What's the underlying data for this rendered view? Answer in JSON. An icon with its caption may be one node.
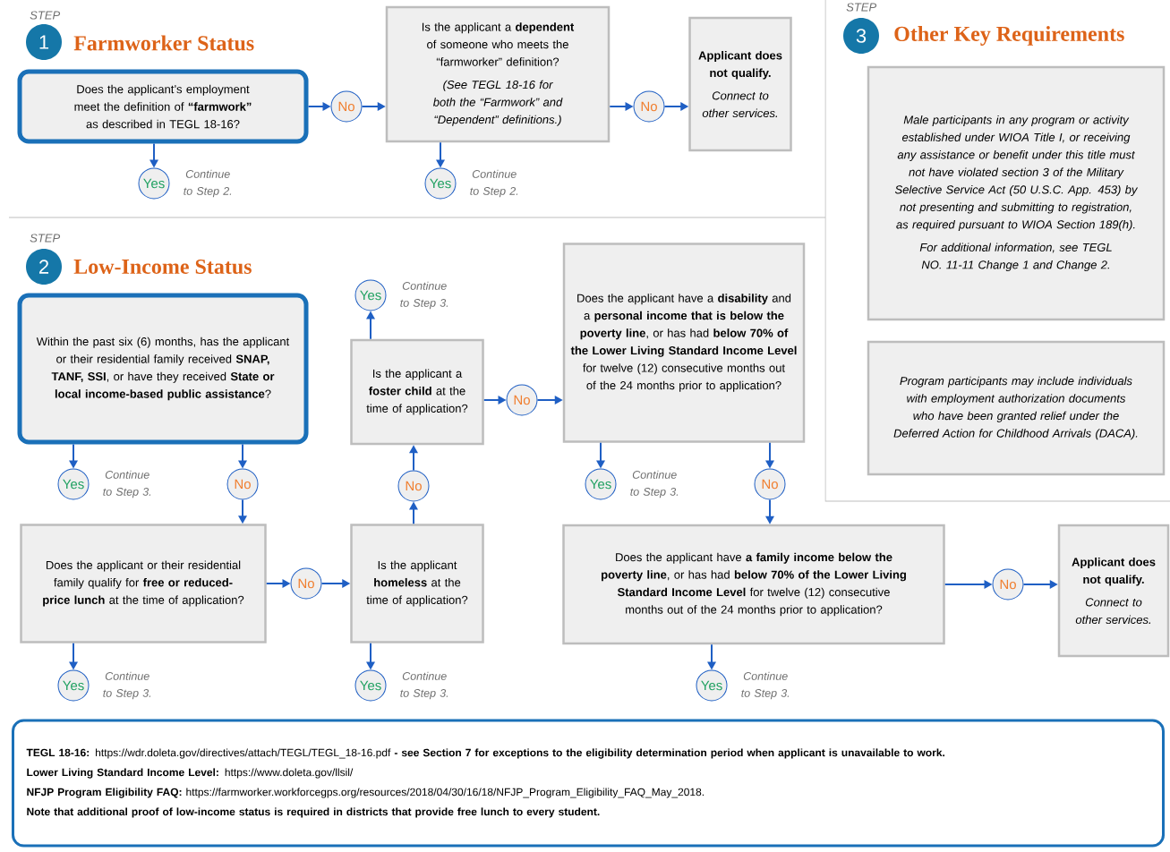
{
  "diagram": {
    "nodes": [
      {
        "text": [
          "1"
        ]
      },
      {
        "text": [
          "Does the applicant’s employment meet the definition of **“farmwork”** as described in TEGL 18-16?"
        ]
      },
      {
        "text": [
          "No"
        ]
      },
      {
        "text": [
          "Is the applicant a **dependent** of someone who meets the “farmworker” definition?",
          "(See TEGL 18-16 for both the “Farmwork” and “Dependent” definitions.)"
        ]
      },
      {
        "text": [
          "No"
        ]
      },
      {
        "text": [
          "Applicant does not qualify.",
          "Connect to other services."
        ]
      },
      {
        "text": [
          "Yes"
        ],
        "beside": [
          "Continue to Step 2."
        ]
      },
      {
        "text": [
          "Yes"
        ],
        "beside": [
          "Continue to Step 2."
        ]
      },
      {
        "text": [
          "3"
        ]
      },
      {
        "text": [
          "Male participants in any program or activity established under WIOA Title I, or receiving any assistance or benefit under this title must not have violated section 3 of the Military Selective Service Act (50 U.S.C. App. 453) by not presenting and submitting to registration, as required pursuant to WIOA Section 189(h).",
          "For additional information, see TEGL NO. 11-11 Change 1 and Change 2."
        ]
      },
      {
        "text": [
          "Program participants may include individuals with employment authorization documents who have been granted relief under the Deferred Action for Childhood Arrivals (DACA)."
        ]
      },
      {
        "text": [
          "2"
        ]
      },
      {
        "text": [
          "Within the past six (6) months, has the applicant or their residential family received **SNAP, TANF, SSI**, or have they received **State or local income-based public assistance**?"
        ]
      },
      {
        "text": [
          "Yes"
        ],
        "beside": [
          "Continue to Step 3."
        ]
      },
      {
        "text": [
          "No"
        ]
      },
      {
        "text": [
          "Does the applicant or their residential family qualify for **free or reduced-price lunch** at the time of application?"
        ]
      },
      {
        "text": [
          "No"
        ]
      },
      {
        "text": [
          "Is the applicant **homeless** at the time of application?"
        ]
      },
      {
        "text": [
          "No"
        ]
      },
      {
        "text": [
          "Is the applicant a **foster child** at the time of application?"
        ]
      },
      {
        "text": [
          "Yes"
        ],
        "beside": [
          "Continue to Step 3."
        ]
      },
      {
        "text": [
          "No"
        ]
      },
      {
        "text": [
          "Does the applicant have a **disability** and a **personal income that is below the poverty line**, or has had **below 70% of the Lower Living Standard Income Level** for twelve (12) consecutive months out of the 24 months prior to application?"
        ]
      },
      {
        "text": [
          "Yes"
        ],
        "beside": [
          "Continue to Step 3."
        ]
      },
      {
        "text": [
          "No"
        ]
      },
      {
        "text": [
          "Does the applicant have **a family income below the poverty line**, or has had **below 70% of the Lower Living Standard Income Level** for twelve (12) consecutive months out of the 24 months prior to application?"
        ]
      },
      {
        "text": [
          "No"
        ]
      },
      {
        "text": [
          "Applicant does not qualify.",
          "Connect to other services."
        ]
      },
      {
        "text": [
          "Yes"
        ],
        "beside": [
          "Continue to Step 3."
        ]
      },
      {
        "text": [
          "Yes"
        ],
        "beside": [
          "Continue to Step 3."
        ]
      },
      {
        "text": [
          "Yes"
        ],
        "beside": [
          "Continue to Step 3."
        ]
      },
      {
        "text": [
          "**TEGL 18-16:** https://wdr.doleta.gov/directives/attach/TEGL/TEGL_18-16.pdf **- see Section 7 for exceptions to the eligibility determination period when applicant is unavailable to work.**",
          "**Lower Living Standard Income Level:** https://www.doleta.gov/llsil/",
          "**NFJP Program Eligibility FAQ:** https://farmworker.workforcegps.org/resources/2018/04/30/16/18/NFJP_Program_Eligibility_FAQ_May_2018.",
          "Note that additional proof of low-income status is required in districts that provide free lunch to every student."
        ]
      }
    ],
    "edges": [
      {
        "from": 1,
        "to": 2,
        "arrow": "to"
      },
      {
        "from": 2,
        "to": 3,
        "arrow": "to"
      },
      {
        "from": 3,
        "to": 4,
        "arrow": "to"
      },
      {
        "from": 4,
        "to": 5,
        "arrow": "to"
      },
      {
        "from": 1,
        "to": 6,
        "arrow": "to"
      },
      {
        "from": 3,
        "to": 7,
        "arrow": "to"
      },
      {
        "from": 12,
        "to": 13,
        "arrow": "to"
      },
      {
        "from": 12,
        "to": 14,
        "arrow": "to"
      },
      {
        "from": 14,
        "to": 15,
        "arrow": "to"
      },
      {
        "from": 15,
        "to": 16,
        "arrow": "to"
      },
      {
        "from": 16,
        "to": 17,
        "arrow": "to"
      },
      {
        "from": 17,
        "to": 18,
        "arrow": "to"
      },
      {
        "from": 18,
        "to": 19,
        "arrow": "to"
      },
      {
        "from": 19,
        "to": 20,
        "arrow": "to"
      },
      {
        "from": 19,
        "to": 21,
        "arrow": "to"
      },
      {
        "from": 21,
        "to": 22,
        "arrow": "to"
      },
      {
        "from": 22,
        "to": 23,
        "arrow": "to"
      },
      {
        "from": 22,
        "to": 24,
        "arrow": "to"
      },
      {
        "from": 24,
        "to": 25,
        "arrow": "to"
      },
      {
        "from": 25,
        "to": 26,
        "arrow": "to"
      },
      {
        "from": 26,
        "to": 27,
        "arrow": "to"
      },
      {
        "from": 15,
        "to": 28,
        "arrow": "to"
      },
      {
        "from": 17,
        "to": 29,
        "arrow": "to"
      },
      {
        "from": 25,
        "to": 30,
        "arrow": "to"
      }
    ],
    "labels": [
      "STEP",
      "Farmworker Status",
      "STEP",
      "Other Key Requirements",
      "STEP",
      "Low-Income Status"
    ]
  }
}
